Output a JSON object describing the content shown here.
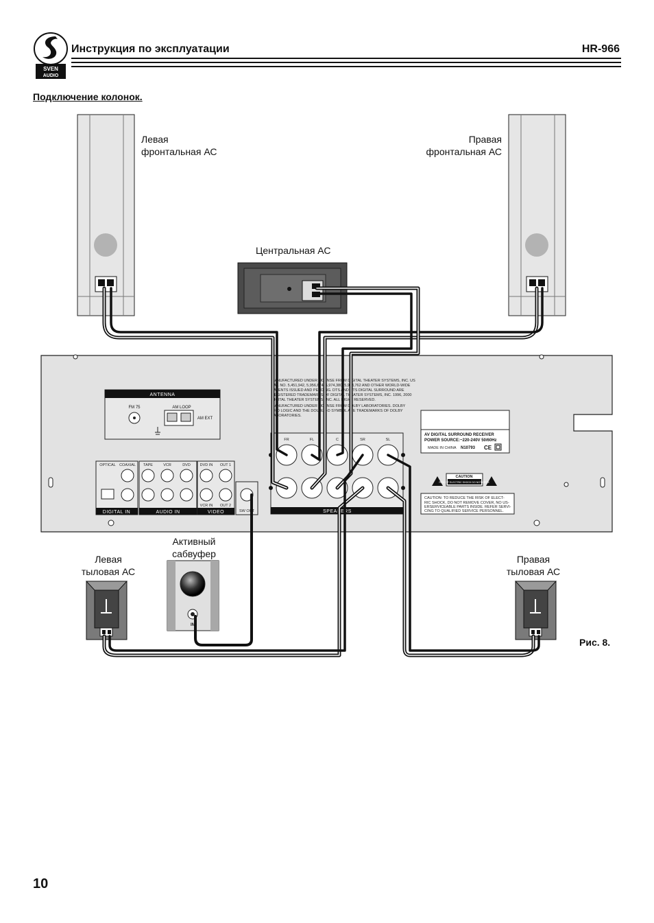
{
  "header": {
    "logo_text_line1": "SVEN",
    "logo_text_line2": "AUDIO",
    "title": "Инструкция по эксплуатации",
    "model": "HR-966"
  },
  "section": {
    "title": "Подключение колонок."
  },
  "labels": {
    "left_front_line1": "Левая",
    "left_front_line2": "фронтальная АС",
    "right_front_line1": "Правая",
    "right_front_line2": "фронтальная АС",
    "center": "Центральная АС",
    "subwoofer_line1": "Активный",
    "subwoofer_line2": "сабвуфер",
    "left_rear_line1": "Левая",
    "left_rear_line2": "тыловая АС",
    "right_rear_line1": "Правая",
    "right_rear_line2": "тыловая АС"
  },
  "receiver": {
    "antenna": "ANTENNA",
    "fm": "FM 75",
    "am_loop": "AM LOOP",
    "am_ext": "AM EXT",
    "optical": "OPTICAL",
    "coaxial": "COAXIAL",
    "digital_in": "DIGITAL IN",
    "tape": "TAPE",
    "vcr": "VCR",
    "dvd": "DVD",
    "audio_in": "AUDIO IN",
    "dvd_in": "DVD IN",
    "out1": "OUT 1",
    "vcr_in": "VCR IN",
    "out2": "OUT 2",
    "video": "VIDEO",
    "sw_out": "SW OUT",
    "fr": "FR",
    "fl": "FL",
    "c": "C",
    "sr": "SR",
    "sl": "SL",
    "speakers": "SPEAKERS",
    "license_lines": [
      "MANUFACTURED UNDER LICENSE FROM DIGITAL THEATER SYSTEMS, INC. US",
      "PAT. NO. 5,451,942, 5,956,674, 5,974,380, 5,978,762 AND OTHER WORLD-WIDE",
      "PATENTS ISSUED AND PENDING. DTS AND DTS DIGITAL SURROUND ARE",
      "REGISTERED TRADEMARKS OF DIGITAL THEATER SYSTEMS, INC. 1996, 2000",
      "DIGITAL THEATER SYSTEMS, INC. ALL RIGHT RESERVED.",
      "MANUFACTURED UNDER LICENSE FROM DOLBY LABORATORIES. DOLBY",
      "PRO LOGIC AND THE DOUBLE-D SYMBOL ARE TRADEMARKS OF DOLBY",
      "LABORATORIES."
    ],
    "rating_line1": "AV DIGITAL SURROUND RECEIVER",
    "rating_line2": "POWER SOURCE:~220-240V 50/60Hz",
    "rating_line3": "MADE IN CHINA",
    "rating_code": "N10793",
    "caution_title": "CAUTION",
    "caution_sub": "RISK OF ELECTRIC SHOCK DO NOT OPEN",
    "caution_lines": [
      "CAUTION: TO REDUCE THE RISK OF ELECT-",
      "RIC SHOCK, DO NOT REMOVE COVER, NO US-",
      "ERSERVICEABLE PARTS INSIDE. REFER SERVI-",
      "CING TO QUALIFIED SERVICE PERSONNEL."
    ],
    "sub_in": "IN"
  },
  "figure": {
    "label": "Рис. 8."
  },
  "page": {
    "number": "10"
  }
}
